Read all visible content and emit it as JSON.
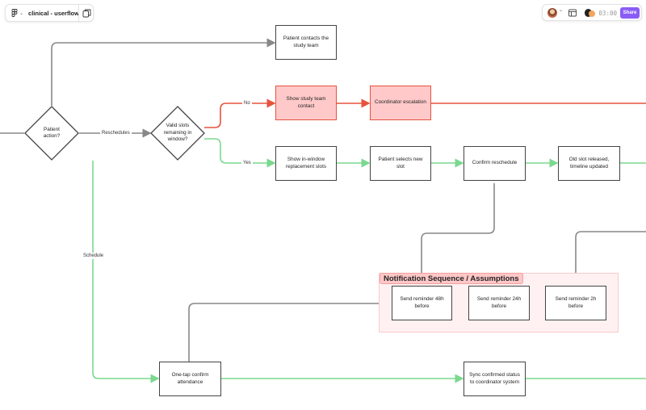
{
  "toolbar": {
    "menu_icon": "figma-logo-icon",
    "file_title": "clinical - userflow",
    "layers_icon": "layers-panel-icon",
    "timer": "03:00",
    "share_label": "Share",
    "accent": "#8a5cf6"
  },
  "colors": {
    "red_fill": "#ffc9c9",
    "red_stroke": "#e5533d",
    "green_edge": "#7bd88f",
    "gray_edge": "#888888"
  },
  "nodes": {
    "patient_contacts": "Patient contacts the study team",
    "show_contact": "Show study team contact",
    "coord_escalation": "Coordinator escalation",
    "show_replacement": "Show in-window replacement slots",
    "patient_selects": "Patient selects new slot",
    "confirm_reschedule": "Confirm reschedule",
    "old_slot": "Old slot released, timeline updated",
    "reminder_48": "Send reminder 48h before",
    "reminder_24": "Send reminder 24h before",
    "reminder_2": "Send reminder 2h before",
    "one_tap": "One-tap confirm attendance",
    "sync_status": "Sync confirmed status to coordinator system"
  },
  "decisions": {
    "patient_action": "Patient action?",
    "valid_slots": "Valid slots remaining in window?"
  },
  "edge_labels": {
    "reschedules": "Reschedules",
    "no": "No",
    "yes": "Yes",
    "schedule": "Schedule"
  },
  "section": {
    "title": "Notification Sequence / Assumptions"
  }
}
